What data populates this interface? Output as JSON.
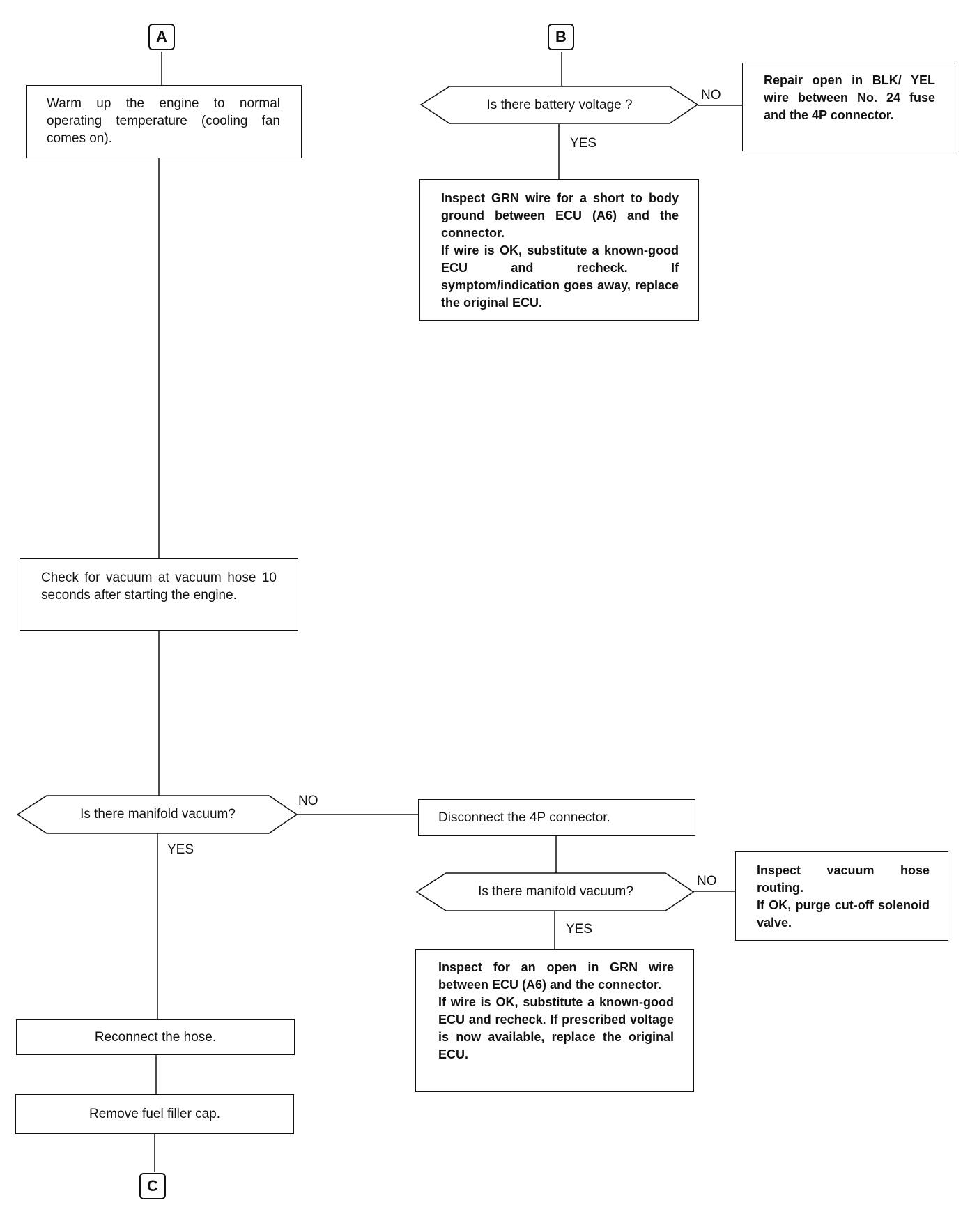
{
  "connectors": {
    "a": "A",
    "b": "B",
    "c": "C"
  },
  "decisions": {
    "battery_voltage": "Is there battery voltage ?",
    "manifold_vacuum_1": "Is there manifold vacuum?",
    "manifold_vacuum_2": "Is there manifold vacuum?"
  },
  "labels": {
    "yes": "YES",
    "no": "NO"
  },
  "steps": {
    "warm_up": "Warm up the engine to normal operating temperature (cooling fan comes on).",
    "repair_open": "Repair open in BLK/ YEL wire between No. 24 fuse and the 4P connector.",
    "inspect_grn_short": [
      "Inspect GRN wire for a short to body ground between ECU (A6) and the connector.",
      "If wire is OK, substitute a known-good ECU and recheck. If symptom/indication goes away, replace the original ECU."
    ],
    "check_vacuum": "Check for vacuum at vacuum hose 10 seconds after starting the engine.",
    "disconnect_4p": "Disconnect the 4P connector.",
    "inspect_hose_routing": [
      "Inspect vacuum hose routing.",
      "If OK, purge cut-off solenoid valve."
    ],
    "inspect_grn_open": [
      "Inspect for an open in GRN wire between ECU (A6) and the connector.",
      "If wire is OK, substitute a known-good ECU and recheck. If prescribed voltage is now available, replace the original ECU."
    ],
    "reconnect_hose": "Reconnect the hose.",
    "remove_cap": "Remove fuel filler cap."
  }
}
